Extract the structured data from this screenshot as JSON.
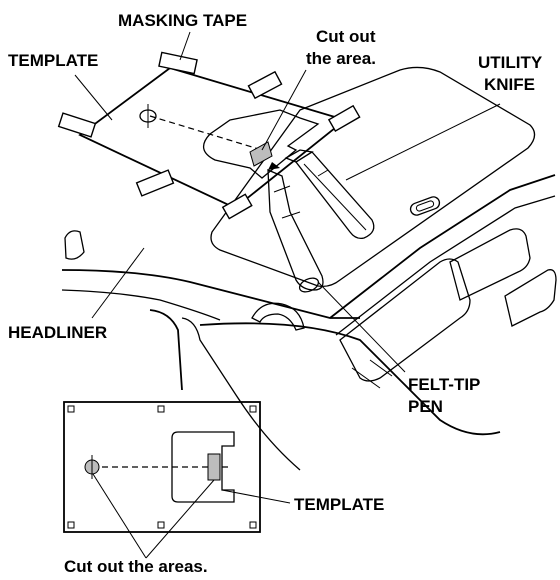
{
  "labels": {
    "masking_tape": "MASKING TAPE",
    "template_top": "TEMPLATE",
    "cut_out_area_line1": "Cut out",
    "cut_out_area_line2": "the area.",
    "utility_knife_line1": "UTILITY",
    "utility_knife_line2": "KNIFE",
    "headliner": "HEADLINER",
    "felt_tip_pen_line1": "FELT-TIP",
    "felt_tip_pen_line2": "PEN",
    "template_inset": "TEMPLATE",
    "cut_out_areas": "Cut out the areas."
  }
}
